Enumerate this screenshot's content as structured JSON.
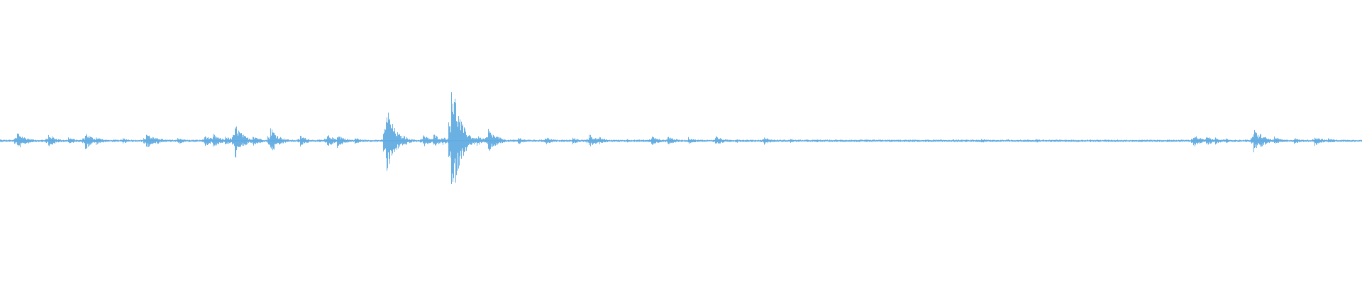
{
  "waveform": {
    "color": "#5aa8e0",
    "duration_fraction_drawn": 1.0,
    "peaks": [
      [
        0.0,
        0.02
      ],
      [
        0.012,
        0.14
      ],
      [
        0.013,
        0.06
      ],
      [
        0.02,
        0.04
      ],
      [
        0.035,
        0.1
      ],
      [
        0.05,
        0.05
      ],
      [
        0.062,
        0.13
      ],
      [
        0.07,
        0.06
      ],
      [
        0.09,
        0.04
      ],
      [
        0.107,
        0.12
      ],
      [
        0.115,
        0.05
      ],
      [
        0.13,
        0.05
      ],
      [
        0.15,
        0.08
      ],
      [
        0.156,
        0.1
      ],
      [
        0.165,
        0.07
      ],
      [
        0.172,
        0.26
      ],
      [
        0.175,
        0.14
      ],
      [
        0.185,
        0.09
      ],
      [
        0.198,
        0.21
      ],
      [
        0.205,
        0.06
      ],
      [
        0.22,
        0.08
      ],
      [
        0.24,
        0.09
      ],
      [
        0.247,
        0.1
      ],
      [
        0.26,
        0.05
      ],
      [
        0.283,
        0.55
      ],
      [
        0.287,
        0.2
      ],
      [
        0.295,
        0.09
      ],
      [
        0.31,
        0.09
      ],
      [
        0.318,
        0.1
      ],
      [
        0.325,
        0.06
      ],
      [
        0.331,
        1.0
      ],
      [
        0.334,
        0.28
      ],
      [
        0.34,
        0.14
      ],
      [
        0.35,
        0.07
      ],
      [
        0.358,
        0.18
      ],
      [
        0.365,
        0.06
      ],
      [
        0.38,
        0.05
      ],
      [
        0.4,
        0.06
      ],
      [
        0.42,
        0.05
      ],
      [
        0.432,
        0.1
      ],
      [
        0.44,
        0.05
      ],
      [
        0.46,
        0.03
      ],
      [
        0.478,
        0.07
      ],
      [
        0.49,
        0.07
      ],
      [
        0.505,
        0.05
      ],
      [
        0.525,
        0.07
      ],
      [
        0.54,
        0.03
      ],
      [
        0.56,
        0.06
      ],
      [
        0.58,
        0.03
      ],
      [
        0.6,
        0.02
      ],
      [
        0.62,
        0.02
      ],
      [
        0.65,
        0.02
      ],
      [
        0.68,
        0.02
      ],
      [
        0.7,
        0.02
      ],
      [
        0.72,
        0.03
      ],
      [
        0.74,
        0.02
      ],
      [
        0.76,
        0.03
      ],
      [
        0.78,
        0.02
      ],
      [
        0.8,
        0.02
      ],
      [
        0.82,
        0.02
      ],
      [
        0.84,
        0.02
      ],
      [
        0.86,
        0.02
      ],
      [
        0.876,
        0.09
      ],
      [
        0.885,
        0.07
      ],
      [
        0.892,
        0.05
      ],
      [
        0.9,
        0.03
      ],
      [
        0.92,
        0.17
      ],
      [
        0.925,
        0.1
      ],
      [
        0.935,
        0.06
      ],
      [
        0.95,
        0.04
      ],
      [
        0.965,
        0.07
      ],
      [
        0.975,
        0.04
      ],
      [
        0.99,
        0.02
      ],
      [
        1.0,
        0.02
      ]
    ]
  }
}
